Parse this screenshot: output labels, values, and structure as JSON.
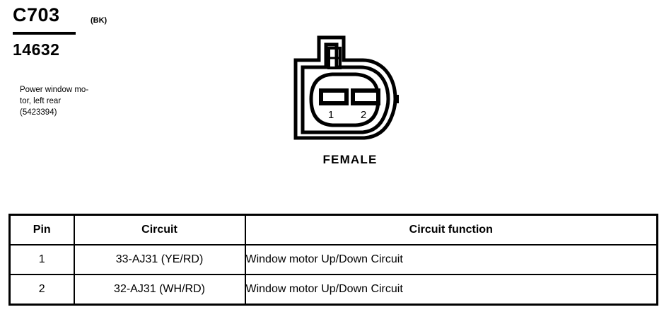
{
  "identification": {
    "connector_code": "C703",
    "color_code": "(BK)",
    "part_number": "14632",
    "description_lines": [
      "Power window mo-",
      "tor, left rear",
      "(5423394)"
    ]
  },
  "connector": {
    "gender_label": "FEMALE",
    "pin_markers": [
      "1",
      "2"
    ],
    "line_color": "#000000",
    "fill_color": "#ffffff"
  },
  "pin_table": {
    "headers": {
      "pin": "Pin",
      "circuit": "Circuit",
      "function": "Circuit function"
    },
    "rows": [
      {
        "pin": "1",
        "circuit": "33-AJ31 (YE/RD)",
        "function": "Window motor Up/Down Circuit"
      },
      {
        "pin": "2",
        "circuit": "32-AJ31 (WH/RD)",
        "function": "Window motor Up/Down Circuit"
      }
    ]
  }
}
